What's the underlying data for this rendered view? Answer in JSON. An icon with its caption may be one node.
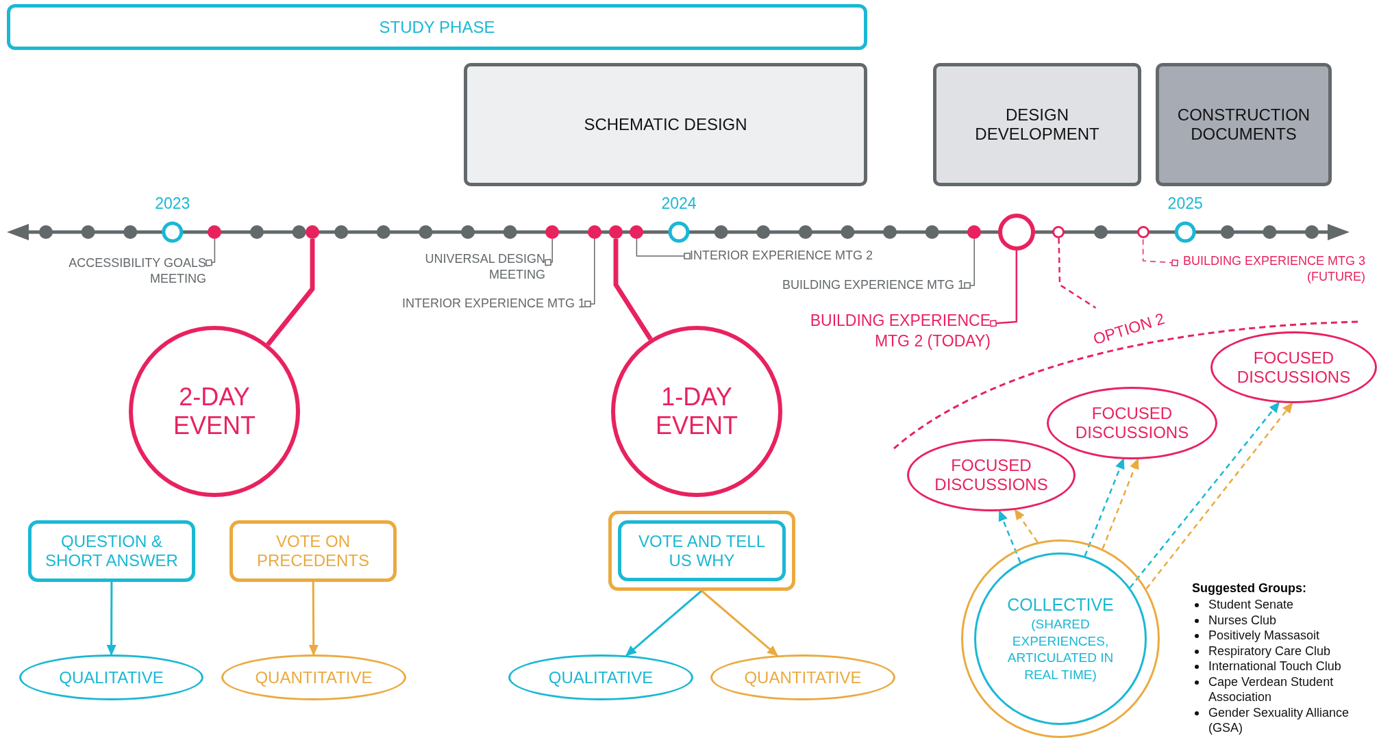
{
  "diagram": {
    "nodes": [
      {
        "text": [
          "STUDY PHASE"
        ]
      },
      {
        "text": [
          "SCHEMATIC DESIGN"
        ]
      },
      {
        "text": [
          "DESIGN DEVELOPMENT"
        ]
      },
      {
        "text": [
          "CONSTRUCTION DOCUMENTS"
        ]
      },
      {
        "text": [],
        "shape": "circle"
      },
      {
        "text": [],
        "shape": "circle"
      },
      {
        "text": [],
        "shape": "circle"
      },
      {
        "text": [],
        "shape": "circle"
      },
      {
        "text": [],
        "shape": "circle"
      },
      {
        "text": [],
        "shape": "circle"
      },
      {
        "text": [],
        "shape": "circle"
      },
      {
        "text": [],
        "shape": "circle"
      },
      {
        "text": [],
        "shape": "circle"
      },
      {
        "text": [],
        "shape": "circle"
      },
      {
        "text": [
          "ACCESSIBILITY GOALS MEETING"
        ]
      },
      {
        "text": [
          "UNIVERSAL DESIGN MEETING"
        ]
      },
      {
        "text": [
          "INTERIOR EXPERIENCE MTG 1"
        ]
      },
      {
        "text": [
          "INTERIOR EXPERIENCE MTG 2"
        ]
      },
      {
        "text": [
          "BUILDING EXPERIENCE MTG 1"
        ]
      },
      {
        "text": [
          "BUILDING EXPERIENCE MTG 2 (TODAY)"
        ]
      },
      {
        "text": [
          "BUILDING EXPERIENCE MTG 3 (FUTURE)"
        ]
      },
      {
        "text": [
          "OPTION 2"
        ]
      },
      {
        "text": [
          "2-DAY EVENT"
        ]
      },
      {
        "text": [
          "1-DAY EVENT"
        ]
      },
      {
        "text": [
          "QUESTION & SHORT ANSWER"
        ]
      },
      {
        "text": [
          "VOTE ON PRECEDENTS"
        ]
      },
      {
        "text": [],
        "shape": "box"
      },
      {
        "text": [
          "VOTE AND TELL US WHY"
        ],
        "in": 26
      },
      {
        "text": [
          "QUALITATIVE"
        ]
      },
      {
        "text": [
          "QUANTITATIVE"
        ]
      },
      {
        "text": [
          "QUALITATIVE"
        ]
      },
      {
        "text": [
          "QUANTITATIVE"
        ]
      },
      {
        "text": [
          "FOCUSED DISCUSSIONS"
        ]
      },
      {
        "text": [
          "FOCUSED DISCUSSIONS"
        ]
      },
      {
        "text": [
          "FOCUSED DISCUSSIONS"
        ]
      },
      {
        "text": [],
        "shape": "circle"
      },
      {
        "text": [
          "COLLECTIVE",
          "(SHARED EXPERIENCES, ARTICULATED IN REAL TIME)"
        ],
        "in": 35
      }
    ],
    "edges": [
      {
        "from": 14,
        "to": 4,
        "arrow": "other",
        "color": "#63686b"
      },
      {
        "from": 5,
        "to": 22,
        "arrow": "none",
        "style": "thick",
        "color": "#e8225f"
      },
      {
        "from": 15,
        "to": 6,
        "arrow": "other",
        "color": "#63686b"
      },
      {
        "from": 16,
        "to": 7,
        "arrow": "other",
        "color": "#63686b"
      },
      {
        "from": 8,
        "to": 23,
        "arrow": "none",
        "style": "thick",
        "color": "#e8225f"
      },
      {
        "from": 17,
        "to": 9,
        "arrow": "other",
        "color": "#63686b"
      },
      {
        "from": 18,
        "to": 10,
        "arrow": "other",
        "color": "#63686b"
      },
      {
        "from": 19,
        "to": 11,
        "arrow": "other",
        "color": "#e8225f"
      },
      {
        "from": 12,
        "to": 21,
        "arrow": "none",
        "style": "dashed",
        "color": "#e8225f"
      },
      {
        "from": 20,
        "to": 13,
        "arrow": "other",
        "style": "dashed",
        "color": "#e8225f"
      },
      {
        "from": 24,
        "to": 28,
        "arrow": "to",
        "color": "#1ab8d4"
      },
      {
        "from": 25,
        "to": 29,
        "arrow": "to",
        "color": "#eaaa3f"
      },
      {
        "from": 26,
        "to": 30,
        "arrow": "to",
        "color": "#1ab8d4"
      },
      {
        "from": 26,
        "to": 31,
        "arrow": "to",
        "color": "#eaaa3f"
      },
      {
        "from": 36,
        "to": 32,
        "arrow": "to",
        "style": "dashed",
        "color": "#1ab8d4"
      },
      {
        "from": 35,
        "to": 32,
        "arrow": "to",
        "style": "dashed",
        "color": "#eaaa3f"
      },
      {
        "from": 36,
        "to": 33,
        "arrow": "to",
        "style": "dashed",
        "color": "#1ab8d4"
      },
      {
        "from": 35,
        "to": 33,
        "arrow": "to",
        "style": "dashed",
        "color": "#eaaa3f"
      },
      {
        "from": 36,
        "to": 34,
        "arrow": "to",
        "style": "dashed",
        "color": "#1ab8d4"
      },
      {
        "from": 35,
        "to": 34,
        "arrow": "to",
        "style": "dashed",
        "color": "#eaaa3f"
      }
    ],
    "labels": [
      "2023",
      "2024",
      "2025",
      "Suggested Groups:",
      "Student Senate",
      "Nurses Club",
      "Positively Massasoit",
      "Respiratory Care Club",
      "International Touch Club",
      "Cape Verdean Student Association",
      "Gender Sexuality Alliance (GSA)"
    ]
  }
}
